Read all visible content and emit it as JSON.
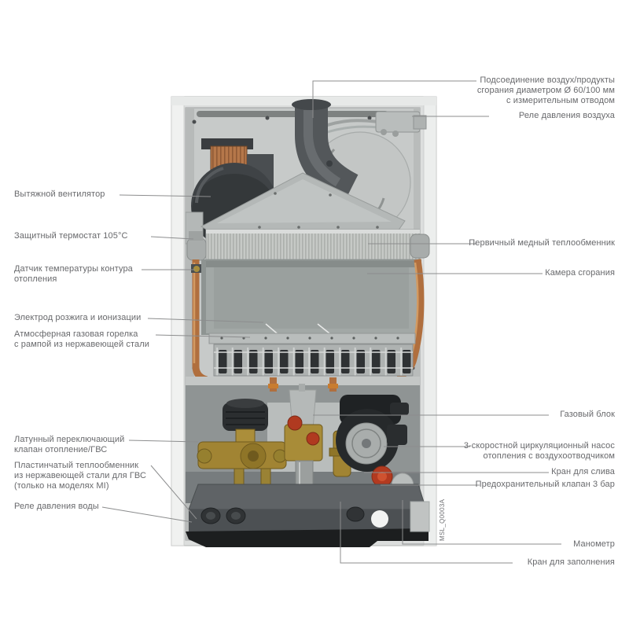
{
  "labels": {
    "left": [
      {
        "id": "exhaust-fan",
        "text": "Вытяжной вентилятор"
      },
      {
        "id": "safety-thermostat",
        "text": "Защитный термостат 105°С"
      },
      {
        "id": "heating-temp-sensor",
        "text": "Датчик температуры контура\nотопления"
      },
      {
        "id": "ignition-electrode",
        "text": "Электрод розжига и ионизации"
      },
      {
        "id": "atmospheric-burner",
        "text": "Атмосферная газовая горелка\nс рампой из нержавеющей стали"
      },
      {
        "id": "brass-diverter-valve",
        "text": "Латунный переключающий\nклапан отопление/ГВС"
      },
      {
        "id": "plate-heat-exchanger",
        "text": "Пластинчатый теплообменник\nиз нержавеющей стали для ГВС\n(только на моделях MI)"
      },
      {
        "id": "water-pressure-switch",
        "text": "Реле давления воды"
      }
    ],
    "right": [
      {
        "id": "flue-connection",
        "text": "Подсоединение воздух/продукты\nсгорания диаметром Ø 60/100 мм\nс измерительным отводом"
      },
      {
        "id": "air-pressure-switch",
        "text": "Реле давления воздуха"
      },
      {
        "id": "primary-heat-exchanger",
        "text": "Первичный медный теплообменник"
      },
      {
        "id": "combustion-chamber",
        "text": "Камера сгорания"
      },
      {
        "id": "gas-valve",
        "text": "Газовый блок"
      },
      {
        "id": "circulation-pump",
        "text": "3-скоростной циркуляционный насос\nотопления с воздухоотводчиком"
      },
      {
        "id": "drain-tap",
        "text": "Кран для слива"
      },
      {
        "id": "safety-valve-3bar",
        "text": "Предохранительный клапан 3 бар"
      },
      {
        "id": "manometer",
        "text": "Манометр"
      },
      {
        "id": "fill-tap",
        "text": "Кран для заполнения"
      }
    ]
  },
  "diagram": {
    "code": "MSL_Q0003A"
  },
  "colors": {
    "label_text": "#68696c",
    "leader_line": "#8c8d8e",
    "casing": "#dcdedd",
    "copper": "#b06f3e",
    "brass": "#a18433",
    "safety_red": "#b23a20",
    "fill_blue": "#2a63a4"
  }
}
